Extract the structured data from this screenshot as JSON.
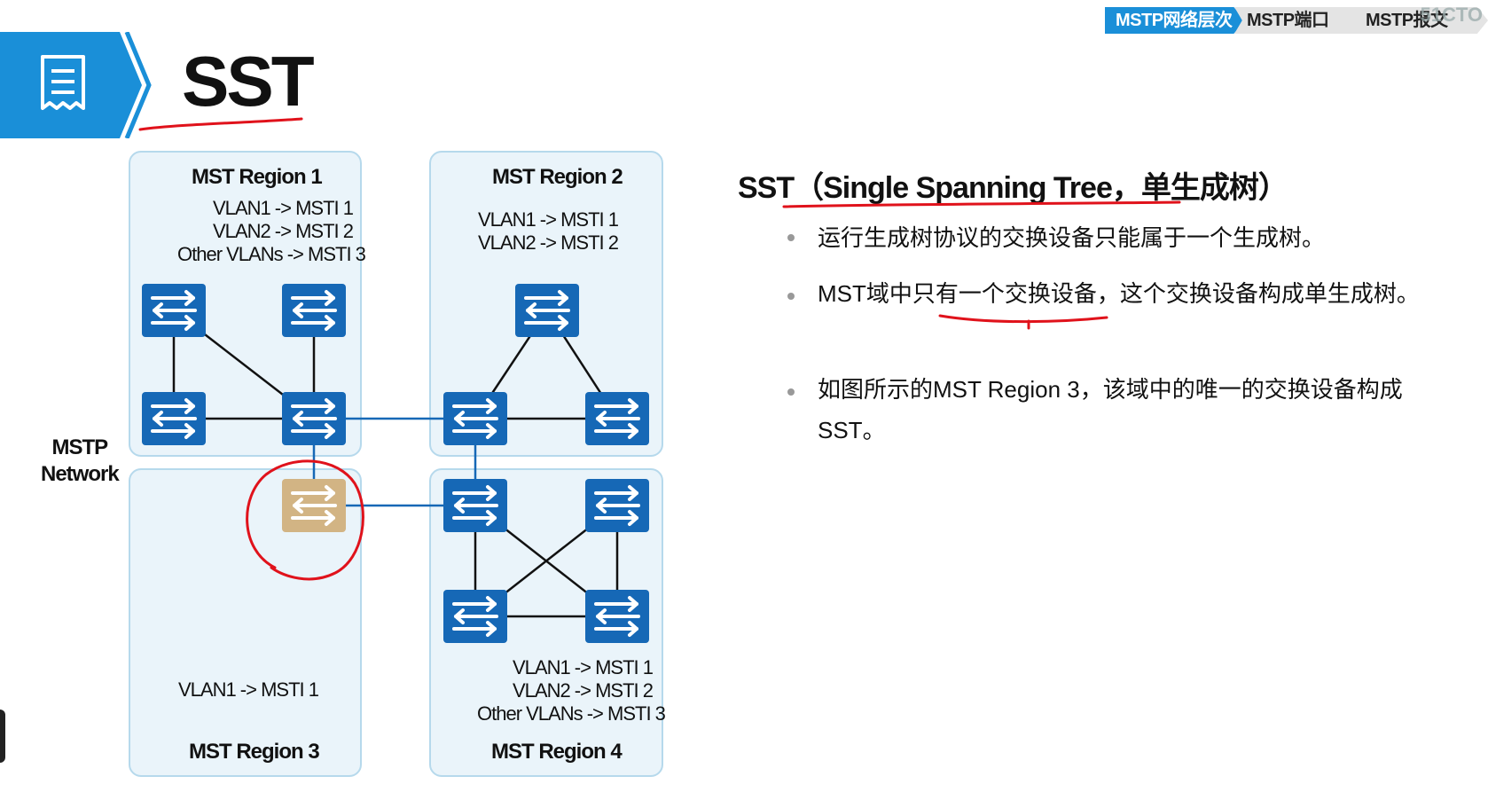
{
  "nav": {
    "crumbs": [
      {
        "label": "MSTP网络层次",
        "active": true
      },
      {
        "label": "MSTP端口",
        "active": false
      },
      {
        "label": "MSTP报文",
        "active": false
      }
    ],
    "watermark": "51CTO"
  },
  "header": {
    "title": "SST",
    "icon": "document-icon",
    "accent_color": "#1a8fd8"
  },
  "diagram": {
    "network_label_line1": "MSTP",
    "network_label_line2": "Network",
    "regions": [
      {
        "name": "MST Region 1",
        "mappings": [
          "VLAN1 -> MSTI 1",
          "VLAN2 -> MSTI 2",
          "Other VLANs -> MSTI 3"
        ]
      },
      {
        "name": "MST Region 2",
        "mappings": [
          "VLAN1 -> MSTI 1",
          "VLAN2 -> MSTI 2"
        ]
      },
      {
        "name": "MST Region 3",
        "mappings": [
          "VLAN1 -> MSTI 1"
        ]
      },
      {
        "name": "MST Region 4",
        "mappings": [
          "VLAN1 -> MSTI 1",
          "VLAN2 -> MSTI 2",
          "Other VLANs -> MSTI 3"
        ]
      }
    ],
    "switch_icon": "switch-icon",
    "switch_color": "#1668b6",
    "sst_switch_color": "#d2b484"
  },
  "content": {
    "heading": "SST（Single Spanning Tree，单生成树）",
    "bullets": [
      "运行生成树协议的交换设备只能属于一个生成树。",
      "MST域中只有一个交换设备，这个交换设备构成单生成树。",
      "如图所示的MST Region 3，该域中的唯一的交换设备构成SST。"
    ]
  },
  "annotation_color": "#e0121b"
}
